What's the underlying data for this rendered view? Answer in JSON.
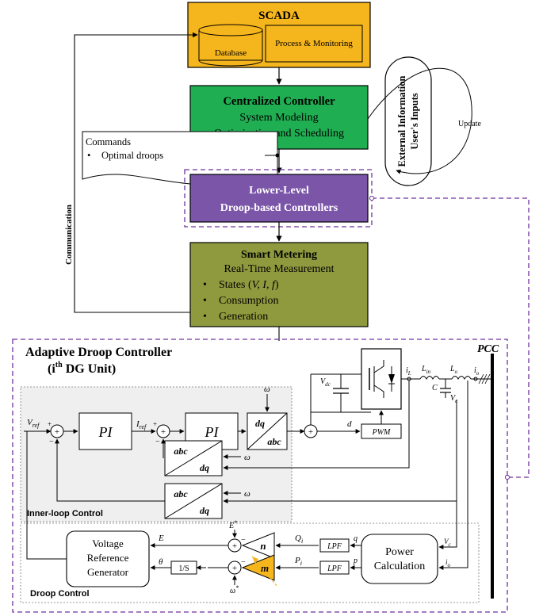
{
  "scada": {
    "title": "SCADA",
    "database": "Database",
    "process": "Process & Monitoring"
  },
  "central": {
    "title": "Centralized Controller",
    "line1": "System Modeling",
    "line2": "Optimization and Scheduling"
  },
  "external": {
    "line1": "External Information",
    "line2": "User's Inputs",
    "update": "Update"
  },
  "commands": {
    "title": "Commands",
    "bullet": "•",
    "item": "Optimal droops"
  },
  "lower": {
    "line1": "Lower-Level",
    "line2": "Droop-based Controllers"
  },
  "metering": {
    "title": "Smart Metering",
    "line1": "Real-Time Measurement",
    "bullet": "•",
    "item1a": "States (",
    "item1b": "V, I, f",
    "item1c": ")",
    "item2": "Consumption",
    "item3": "Generation"
  },
  "communication": "Communication",
  "adaptive": {
    "line1": "Adaptive Droop Controller",
    "line2a": "(i",
    "line2sup": "th",
    "line2b": " DG Unit)"
  },
  "pcc": "PCC",
  "inner_label": "Inner-loop Control",
  "droop_label": "Droop Control",
  "blocks": {
    "pi": "PI",
    "dq": "dq",
    "abc": "abc",
    "pwm": "PWM",
    "lpf": "LPF",
    "n": "n",
    "m": "m",
    "integrator": "1/S",
    "vrg1": "Voltage",
    "vrg2": "Reference",
    "vrg3": "Generator",
    "power1": "Power",
    "power2": "Calculation"
  },
  "signals": {
    "vref": "V",
    "vref_sub": "ref",
    "iref": "I",
    "iref_sub": "ref",
    "omega": "ω",
    "d": "d",
    "vdc": "V",
    "vdc_sub": "dc",
    "il": "i",
    "il_sub": "L",
    "lin": "L",
    "lin_sub": "in",
    "lo": "L",
    "lo_sub": "o",
    "io": "i",
    "io_sub": "o",
    "c": "C",
    "vc": "V",
    "vc_sub": "c",
    "E": "E",
    "Estar": "E",
    "theta": "θ",
    "omegastar": "ω",
    "star": "*",
    "qi": "Q",
    "qi_sub": "i",
    "pi_sig": "P",
    "pi_sub": "i",
    "q": "q",
    "p": "p",
    "plus": "+",
    "minus": "−"
  }
}
